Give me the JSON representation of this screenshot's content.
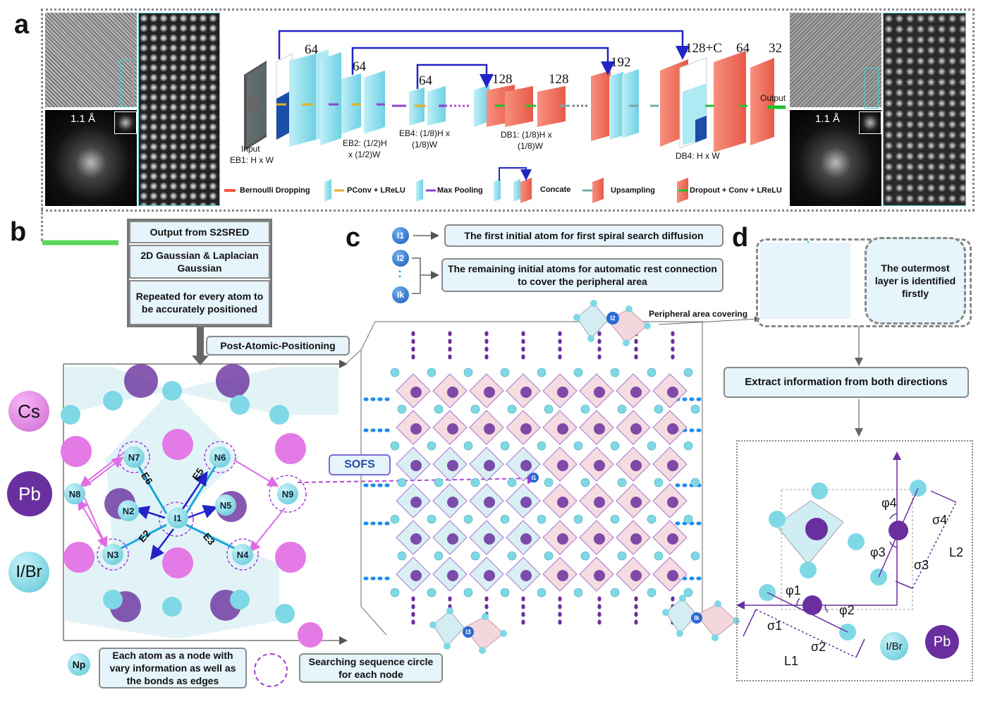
{
  "panels": {
    "a": "a",
    "b": "b",
    "c": "c",
    "d": "d"
  },
  "panel_a": {
    "left_scale": "1.1 Å",
    "right_scale": "1.1 Å",
    "input_label": "Input",
    "eb1_label": "EB1: H x W",
    "eb2_label_1": "EB2: (1/2)H",
    "eb2_label_2": "x (1/2)W",
    "eb4_label_1": "EB4: (1/8)H x",
    "eb4_label_2": "(1/8)W",
    "db1_label_1": "DB1: (1/8)H x",
    "db1_label_2": "(1/8)W",
    "db4_label": "DB4: H x W",
    "output_label": "Output",
    "ch_64a": "64",
    "ch_64b": "64",
    "ch_64c": "64",
    "ch_128a": "128",
    "ch_128b": "128",
    "ch_192": "192",
    "ch_128c": "128+C",
    "ch_64d": "64",
    "ch_32": "32",
    "legend": {
      "bernoulli": "Bernoulli Dropping",
      "pconv": "PConv + LReLU",
      "maxpool": "Max Pooling",
      "concat": "Concate",
      "upsample": "Upsampling",
      "dropout": "Dropout + Conv + LReLU"
    }
  },
  "panel_b": {
    "output_box": "Output from S2SRED",
    "gaussian_box": "2D Gaussian & Laplacian Gaussian",
    "repeat_box": "Repeated for every atom to be accurately positioned",
    "post_box": "Post-Atomic-Positioning",
    "elements": {
      "cs": "Cs",
      "pb": "Pb",
      "ibr": "I/Br"
    },
    "nodes": [
      "N7",
      "N6",
      "N8",
      "N2",
      "I1",
      "N5",
      "N9",
      "N3",
      "N4"
    ],
    "edges": [
      "E6",
      "E5",
      "E2",
      "E3"
    ],
    "np_label": "Np",
    "node_box": "Each atom as a node with vary information as well as the bonds as edges",
    "circle_box": "Searching sequence circle for each node"
  },
  "panel_c": {
    "i1": "I1",
    "i2": "I2",
    "dots": ":",
    "ik": "Ik",
    "box1": "The first initial atom for first spiral search diffusion",
    "box2": "The remaining initial atoms for automatic rest connection to cover the peripheral area",
    "peripheral": "Peripheral area covering",
    "sofs": "SOFS",
    "lattice_i1": "I1",
    "lattice_i2": "I2",
    "lattice_i3": "I3",
    "lattice_ik": "Ik"
  },
  "panel_d": {
    "outermost": "The outermost layer is identified firstly",
    "extract": "Extract information from both directions",
    "phi1": "φ1",
    "phi2": "φ2",
    "phi3": "φ3",
    "phi4": "φ4",
    "sigma1": "σ1",
    "sigma2": "σ2",
    "sigma3": "σ3",
    "sigma4": "σ4",
    "L1": "L1",
    "L2": "L2",
    "ibr": "I/Br",
    "pb": "Pb"
  },
  "colors": {
    "cyan": "#7fd8e6",
    "red": "#f0695a",
    "purple": "#6a2f9e",
    "pink": "#e47ae6",
    "lightblue": "#e6f4fb",
    "blue": "#2323c8"
  }
}
